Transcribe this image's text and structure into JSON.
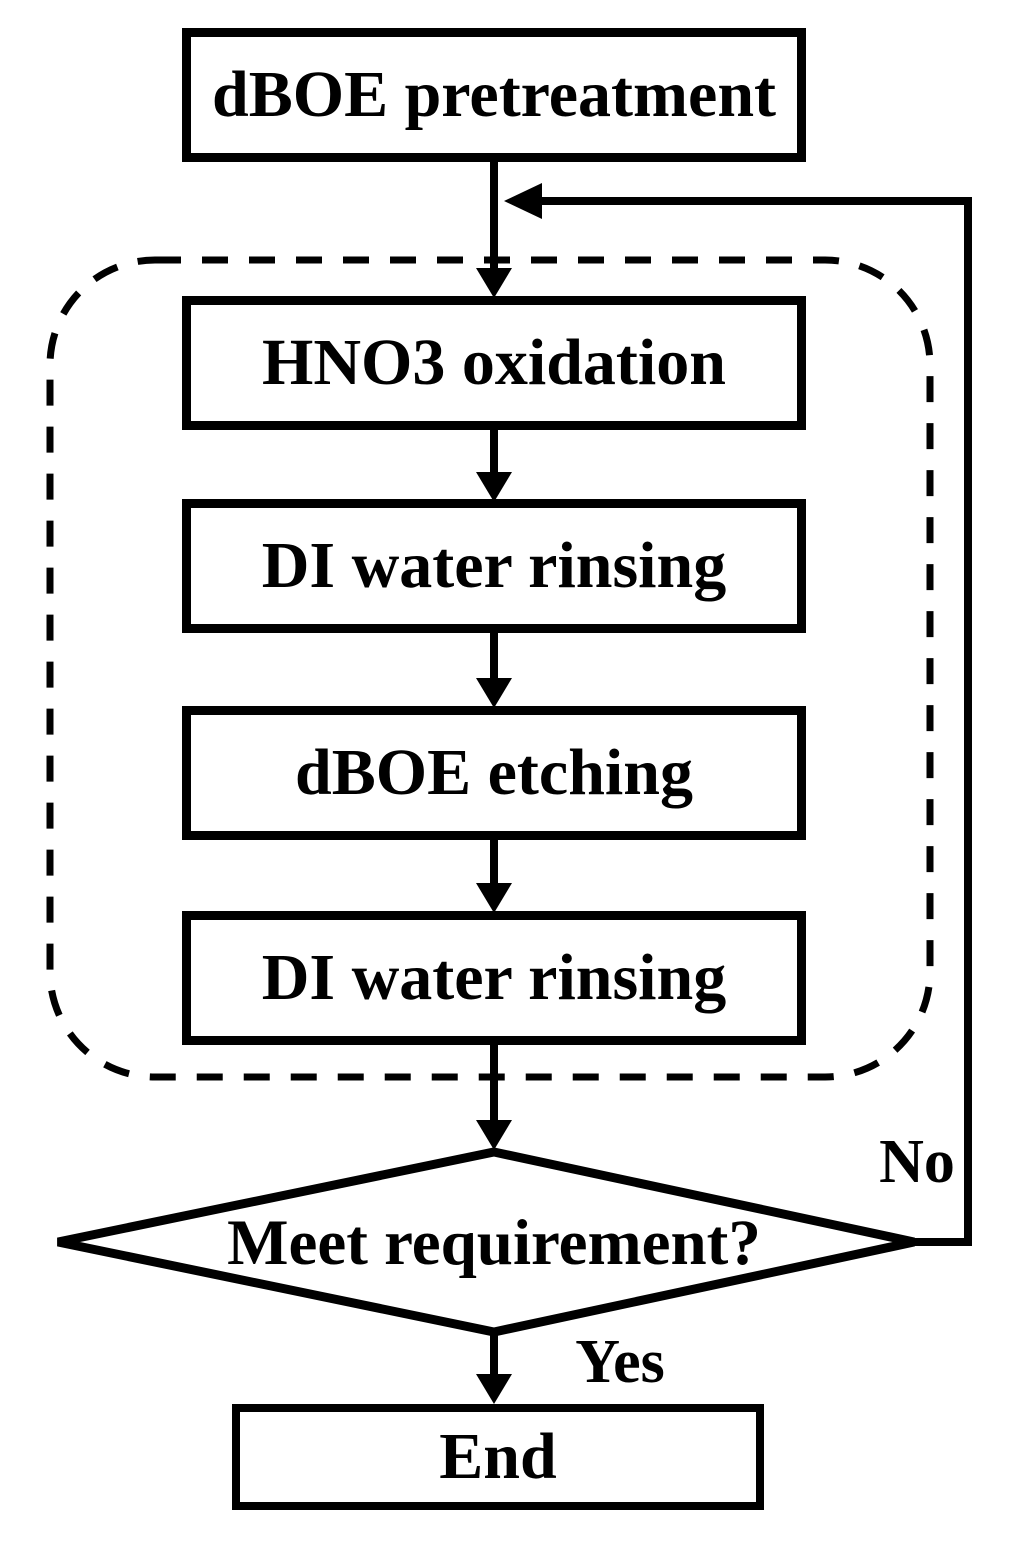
{
  "diagram": {
    "background_color": "#ffffff",
    "line_color": "#000000",
    "nodes": {
      "pretreatment": {
        "label": "dBOE pretreatment"
      },
      "oxidation": {
        "label": "HNO3 oxidation"
      },
      "rinse_after_oxidation": {
        "label": "DI water rinsing"
      },
      "etching": {
        "label": "dBOE etching"
      },
      "rinse_after_etching": {
        "label": "DI water rinsing"
      },
      "decision": {
        "label": "Meet requirement?"
      },
      "end": {
        "label": "End"
      }
    },
    "branch_labels": {
      "yes": "Yes",
      "no": "No"
    }
  }
}
